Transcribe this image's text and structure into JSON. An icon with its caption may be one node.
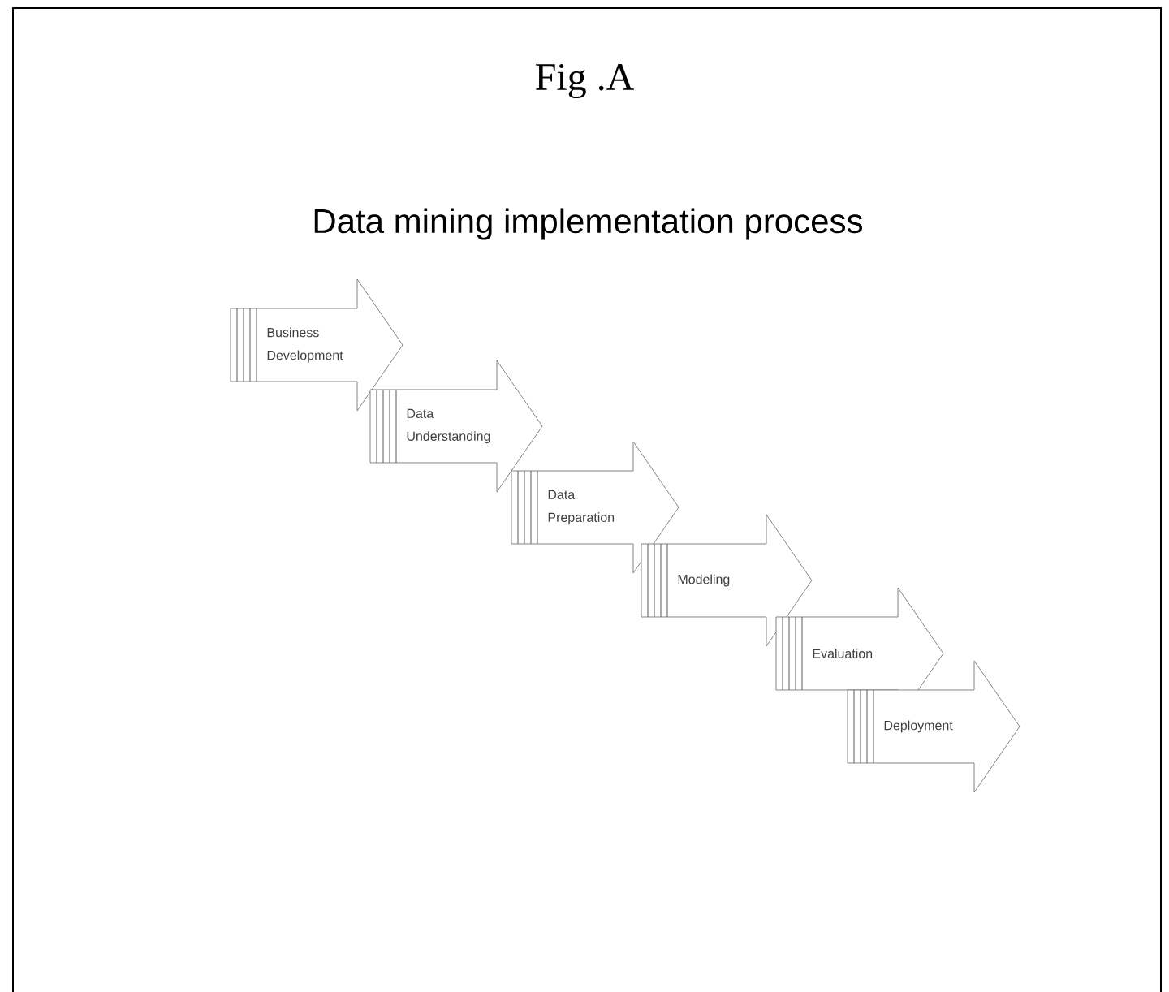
{
  "diagram": {
    "title": "Data mining implementation process",
    "nodes": [
      {
        "text": [
          "Business Development"
        ]
      },
      {
        "text": [
          "Data Understanding"
        ]
      },
      {
        "text": [
          "Data Preparation"
        ]
      },
      {
        "text": [
          "Modeling"
        ]
      },
      {
        "text": [
          "Evaluation"
        ]
      },
      {
        "text": [
          "Deployment"
        ]
      }
    ],
    "labels": [
      "Fig .A"
    ]
  }
}
